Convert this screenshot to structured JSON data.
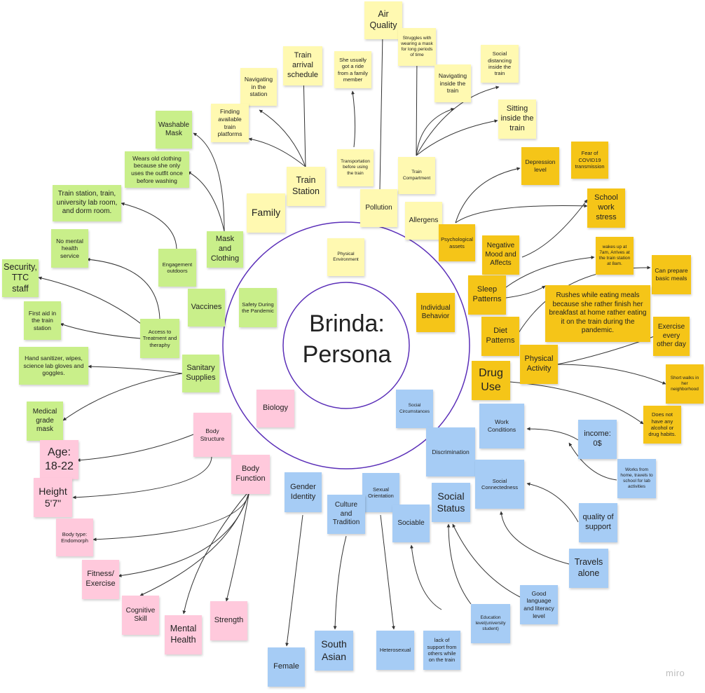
{
  "title": "Brinda: Persona",
  "watermark": "miro",
  "colors": {
    "yellow": "#fff9b1",
    "orange": "#f5c518",
    "green": "#c9ef8a",
    "pink": "#ffc9dc",
    "blue": "#a6ccf5",
    "ring": "#5b2fb8"
  },
  "notes": {
    "air_quality": "Air Quality",
    "struggles_mask": "Struggles with wearing a mask for long periods of time",
    "train_arrival": "Train arrival schedule",
    "ride_family": "She usually got a ride from a family member",
    "social_distancing": "Social distancing inside the train",
    "navigating_station": "Navigating in the station",
    "navigating_inside": "Navigating inside the train",
    "finding_platforms": "Finding available train platforms",
    "sitting_train": "Sitting inside the train",
    "washable_mask": "Washable Mask",
    "fear_covid": "Fear of COVID19 transmission",
    "depression": "Depression level",
    "old_clothing": "Wears old clothing because she only uses the outfit once before washing",
    "transportation": "Transportation before using the train",
    "train_compartment": "Train Compartment",
    "train_station": "Train Station",
    "school_stress": "School work stress",
    "locations": "Train station, train, university lab room, and dorm room.",
    "family": "Family",
    "pollution": "Pollution",
    "allergens": "Allergens",
    "mask_clothing": "Mask and Clothing",
    "psych_assets": "Psychological assets",
    "wakes_up": "wakes up at 7am, Arrives at the train station at 8am.",
    "negative_mood": "Negative Mood and Affects",
    "no_mental_health": "No mental health service",
    "physical_env": "Physical Environment",
    "engagement_outdoors": "Engagement outdoors",
    "can_prepare": "Can prepare basic meals",
    "security": "Security, TTC staff",
    "sleep_patterns": "Sleep Patterns",
    "rushes_eating": "Rushes while eating meals because she rather finish her breakfast at home rather eating it on the train during the pandemic.",
    "safety_pandemic": "Safety During the Pandemic",
    "vaccines": "Vaccines",
    "individual_behavior": "Individual Behavior",
    "first_aid": "First aid in the train station",
    "access_treatment": "Access to Treatment and theraphy",
    "diet_patterns": "Diet Patterns",
    "exercise_every": "Exercise every other day",
    "sanitizer": "Hand sanitizer, wipes, science lab gloves and goggles.",
    "sanitary_supplies": "Sanitary Supplies",
    "physical_activity": "Physical Activity",
    "drug_use": "Drug Use",
    "short_walks": "Short walks in her neighborhood",
    "social_circumstances": "Social Circumstances",
    "medical_mask": "Medical grade mask",
    "biology": "Biology",
    "no_alcohol": "Does not have any alcohol or drug habits.",
    "work_conditions": "Work Conditions",
    "income": "income: 0$",
    "body_structure": "Body Structure",
    "discrimination": "Discrimination",
    "age": "Age: 18-22",
    "works_home": "Works from home, travels to school for lab activities",
    "body_function": "Body Function",
    "gender_identity": "Gender Identity",
    "sexual_orientation": "Sexual Orientation",
    "social_connectedness": "Social Connectedness",
    "height": "Height 5'7\"",
    "social_status": "Social Status",
    "culture_tradition": "Culture and Tradition",
    "quality_support": "quality of support",
    "sociable": "Sociable",
    "body_type": "Body type: Endomorph",
    "travels_alone": "Travels alone",
    "fitness": "Fitness/ Exercise",
    "good_language": "Good language and literacy level",
    "cognitive": "Cognitive Skill",
    "education": "Education level(university student)",
    "strength": "Strength",
    "mental_health": "Mental Health",
    "south_asian": "South Asian",
    "heterosexual": "Heterosexual",
    "lack_support": "lack of support from others while on the train",
    "female": "Female"
  }
}
